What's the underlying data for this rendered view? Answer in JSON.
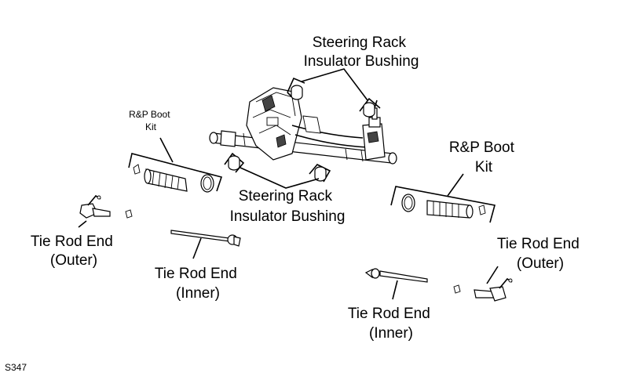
{
  "labels": {
    "rack_bushing_top": [
      "Steering Rack",
      "Insulator Bushing"
    ],
    "rack_bushing_bottom": [
      "Steering Rack",
      "Insulator Bushing"
    ],
    "boot_kit_left": [
      "R&P Boot",
      "Kit"
    ],
    "boot_kit_right": [
      "R&P Boot",
      "Kit"
    ],
    "tie_rod_outer_left": [
      "Tie Rod End",
      "(Outer)"
    ],
    "tie_rod_inner_left": [
      "Tie Rod End",
      "(Inner)"
    ],
    "tie_rod_outer_right": [
      "Tie Rod End",
      "(Outer)"
    ],
    "tie_rod_inner_right": [
      "Tie Rod End",
      "(Inner)"
    ]
  },
  "figure_code": "S347"
}
